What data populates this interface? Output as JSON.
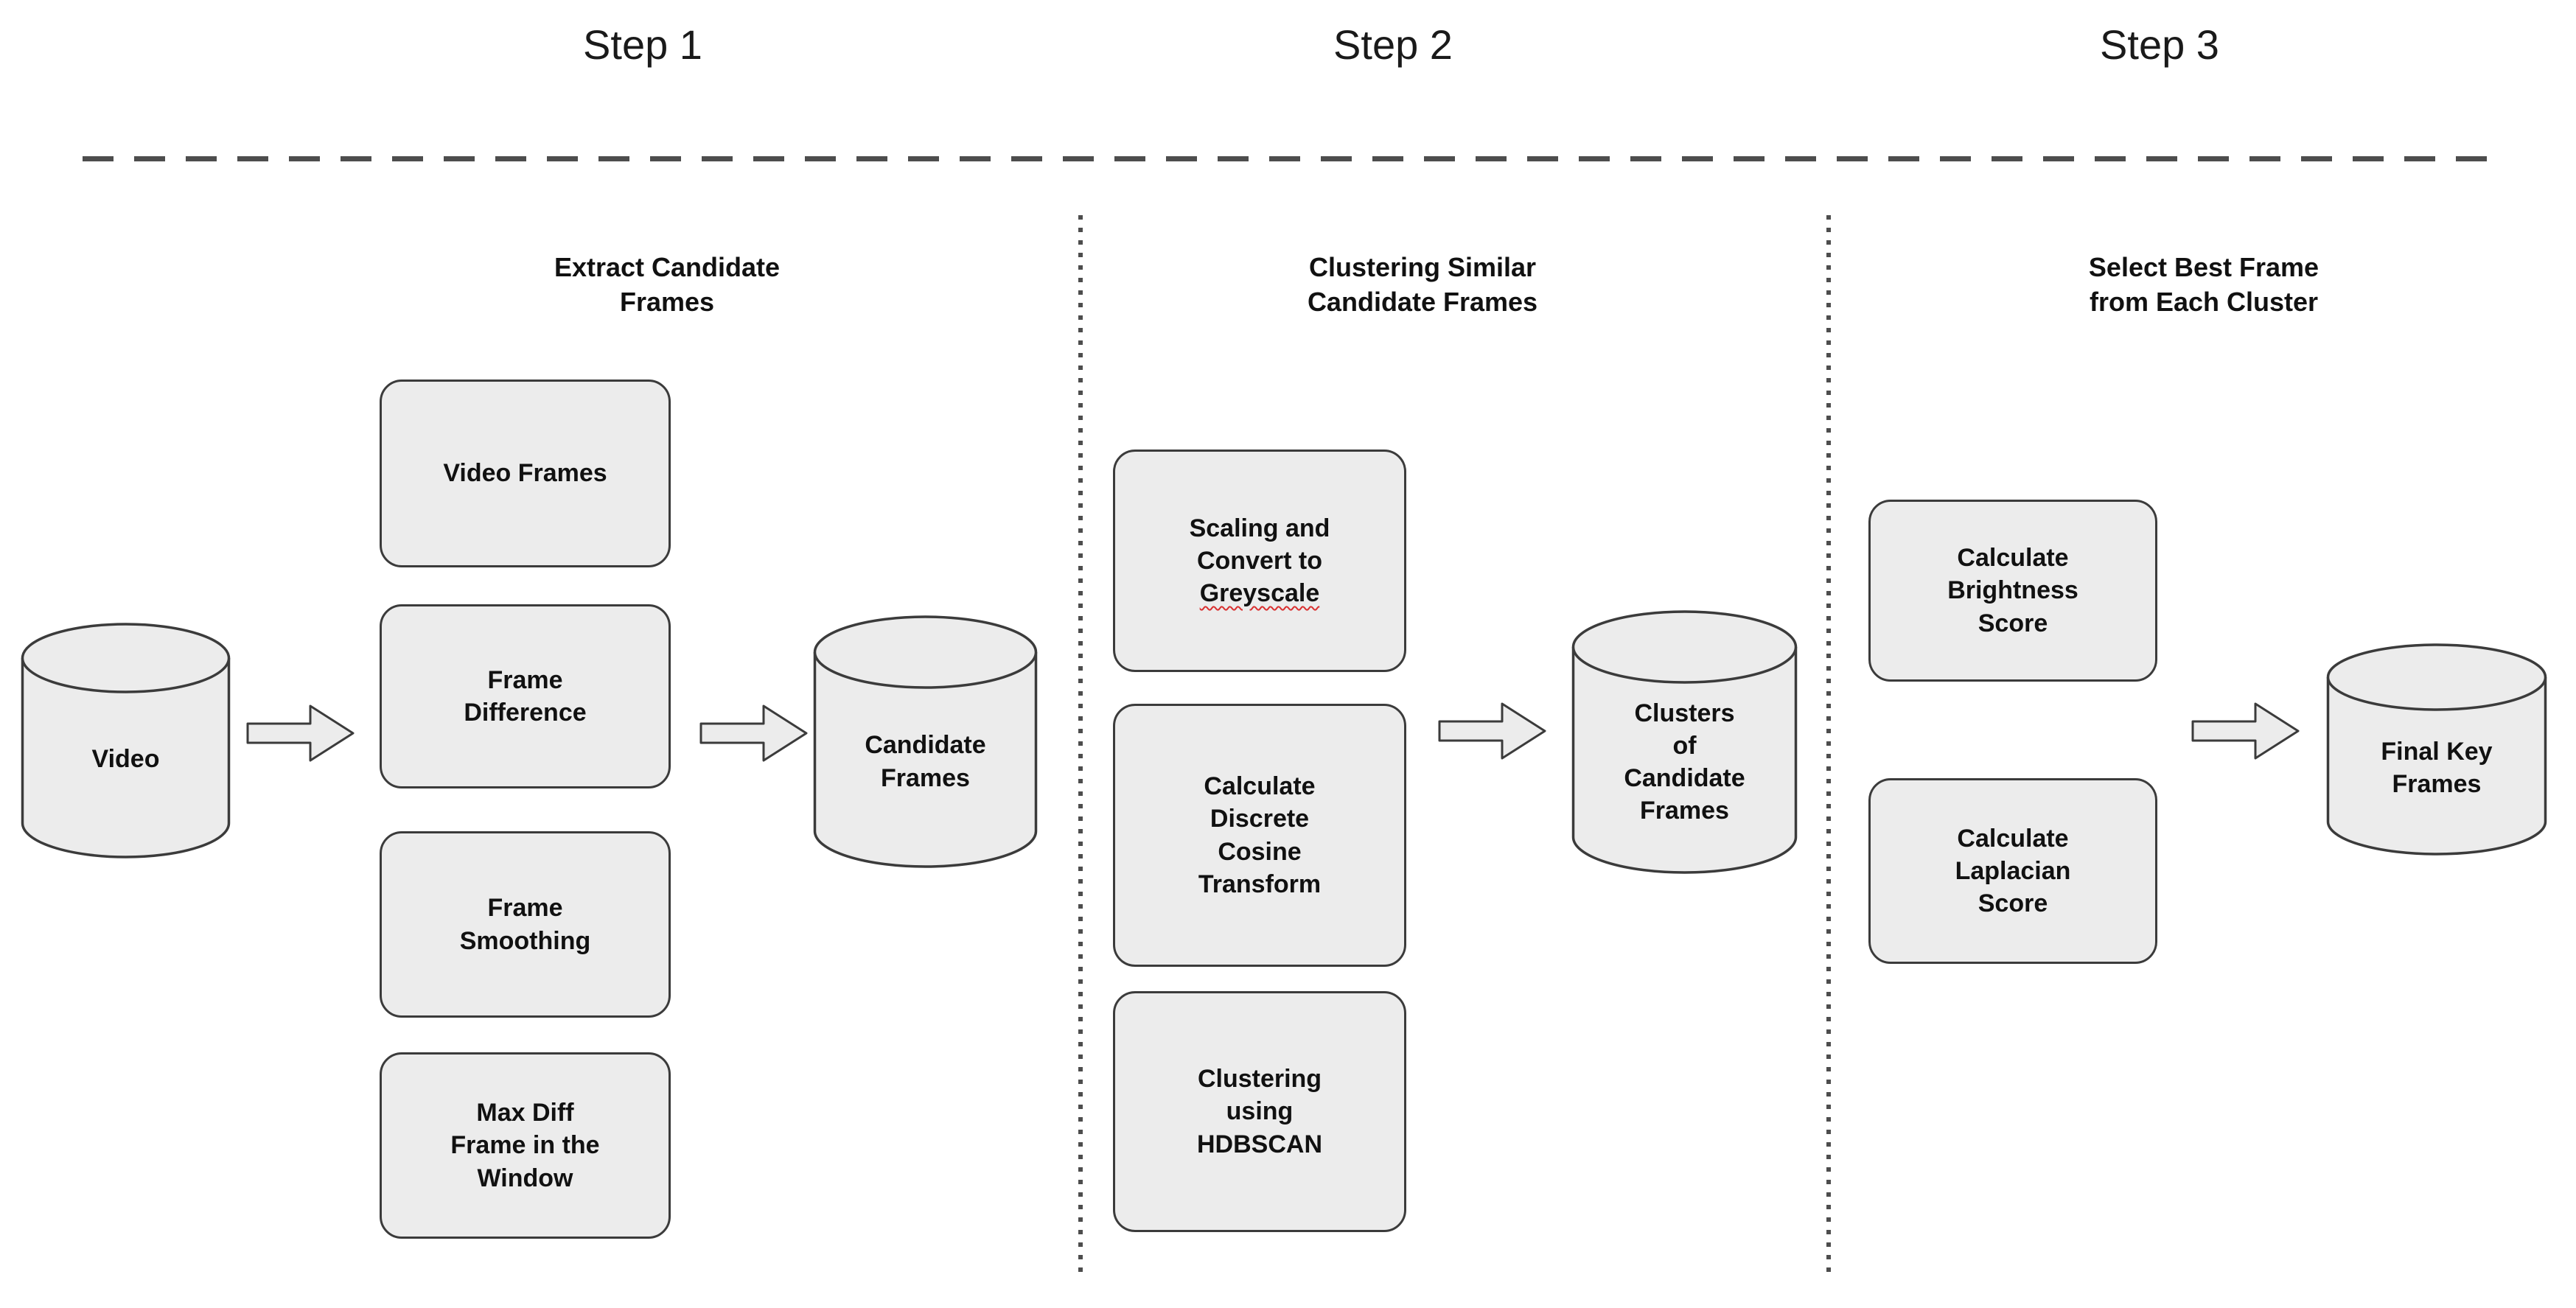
{
  "steps": [
    {
      "header": "Step 1",
      "title": "Extract Candidate\nFrames",
      "input_cylinder": "Video",
      "nodes": [
        {
          "text": "Video Frames"
        },
        {
          "text": "Frame\nDifference"
        },
        {
          "text": "Frame\nSmoothing"
        },
        {
          "text": "Max Diff\nFrame in the\nWindow"
        }
      ],
      "output_cylinder": "Candidate\nFrames"
    },
    {
      "header": "Step 2",
      "title": "Clustering Similar\nCandidate Frames",
      "nodes": [
        {
          "text": "Scaling and\nConvert to\n",
          "spellcheck_word": "Greyscale"
        },
        {
          "text": "Calculate\nDiscrete\nCosine\nTransform"
        },
        {
          "text": "Clustering\nusing\nHDBSCAN"
        }
      ],
      "output_cylinder": "Clusters\nof\nCandidate\nFrames"
    },
    {
      "header": "Step 3",
      "title": "Select Best Frame\nfrom Each Cluster",
      "nodes": [
        {
          "text": "Calculate\nBrightness\nScore"
        },
        {
          "text": "Calculate\nLaplacian\nScore"
        }
      ],
      "output_cylinder": "Final Key\nFrames"
    }
  ],
  "colors": {
    "background": "#ffffff",
    "node_fill": "#ececec",
    "node_border": "#3b3b3b",
    "divider": "#4d4d4d",
    "text": "#111111",
    "spellcheck_underline": "#d93030"
  }
}
